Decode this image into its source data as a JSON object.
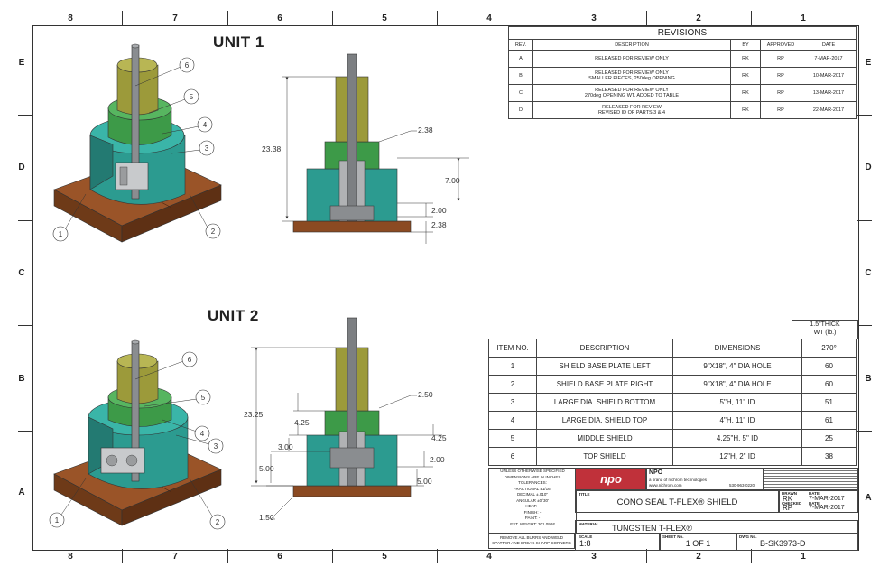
{
  "zones": {
    "columns": [
      "8",
      "7",
      "6",
      "5",
      "4",
      "3",
      "2",
      "1"
    ],
    "rows": [
      "E",
      "D",
      "C",
      "B",
      "A"
    ]
  },
  "units": {
    "unit1": {
      "title": "UNIT 1",
      "dims": {
        "overall": "23.38",
        "top_step": "2.38",
        "mid": "7.00",
        "bottom_step": "2.00",
        "base": "2.38"
      },
      "balloons": [
        "1",
        "2",
        "3",
        "4",
        "5",
        "6"
      ]
    },
    "unit2": {
      "title": "UNIT 2",
      "dims": {
        "overall": "23.25",
        "top_step": "2.50",
        "left_upper": "4.25",
        "right_upper": "4.25",
        "left_mid": "3.00",
        "right_mid": "2.00",
        "left_lower": "5.00",
        "right_lower": "5.00",
        "base": "1.50"
      },
      "balloons": [
        "1",
        "2",
        "3",
        "4",
        "5",
        "6"
      ]
    }
  },
  "revisions": {
    "caption": "REVISIONS",
    "headers": [
      "REV.",
      "DESCRIPTION",
      "BY",
      "APPROVED",
      "DATE"
    ],
    "rows": [
      {
        "rev": "A",
        "desc": "RELEASED FOR REVIEW ONLY",
        "desc2": "",
        "by": "RK",
        "approved": "RP",
        "date": "7-MAR-2017"
      },
      {
        "rev": "B",
        "desc": "RELEASED FOR REVIEW ONLY",
        "desc2": "SMALLER PIECES, 250deg OPENING",
        "by": "RK",
        "approved": "RP",
        "date": "10-MAR-2017"
      },
      {
        "rev": "C",
        "desc": "RELEASED FOR REVIEW ONLY",
        "desc2": "270deg OPENING WT. ADDED TO TABLE",
        "by": "RK",
        "approved": "RP",
        "date": "13-MAR-2017"
      },
      {
        "rev": "D",
        "desc": "RELEASED FOR REVIEW",
        "desc2": "REVISED ID OF PARTS 3 & 4",
        "by": "RK",
        "approved": "RP",
        "date": "22-MAR-2017"
      }
    ]
  },
  "bom": {
    "weight_caption_1": "1.5\"THICK",
    "weight_caption_2": "WT (lb.)",
    "headers": [
      "ITEM NO.",
      "DESCRIPTION",
      "DIMENSIONS",
      "270°"
    ],
    "rows": [
      {
        "item": "1",
        "desc": "SHIELD BASE PLATE LEFT",
        "dims": "9\"X18\", 4\" DIA HOLE",
        "wt": "60"
      },
      {
        "item": "2",
        "desc": "SHIELD BASE PLATE RIGHT",
        "dims": "9\"X18\", 4\" DIA HOLE",
        "wt": "60"
      },
      {
        "item": "3",
        "desc": "LARGE DIA. SHIELD BOTTOM",
        "dims": "5\"H, 11\" ID",
        "wt": "51"
      },
      {
        "item": "4",
        "desc": "LARGE DIA. SHIELD TOP",
        "dims": "4\"H, 11\" ID",
        "wt": "61"
      },
      {
        "item": "5",
        "desc": "MIDDLE SHIELD",
        "dims": "4.25\"H, 5\" ID",
        "wt": "25"
      },
      {
        "item": "6",
        "desc": "TOP SHIELD",
        "dims": "12\"H, 2\" ID",
        "wt": "38"
      }
    ]
  },
  "title_block": {
    "tolerances": [
      "UNLESS OTHERWISE SPECIFIED",
      "DIMENSIONS ARE IN INCHES",
      "TOLERANCES:",
      "FRACTIONAL  ±1/16\"",
      "DECIMAL  ±.010\"",
      "ANGULAR  ±0°30'",
      "HEAT: -",
      "FINISH: -",
      "PAINT: -",
      "EST. WEIGHT: 301.092#"
    ],
    "note": [
      "REMOVE ALL BURRS AND WELD",
      "SPATTER AND BREAK SHARP CORNERS"
    ],
    "logo_text": "npo",
    "company": "NPO",
    "company_sub": "a brand of nichrom technologies",
    "company_web": "www.nichrom.com",
    "company_phone": "530-963-0220",
    "title_label": "TITLE",
    "title": "CONO SEAL T-FLEX® SHIELD",
    "drawn_label": "DRAWN",
    "drawn_by": "RK",
    "drawn_date": "7-MAR-2017",
    "checked_label": "CHECKED",
    "checked_by": "RP",
    "checked_date": "7-MAR-2017",
    "date_label": "DATE",
    "material_label": "MATERIAL",
    "material": "TUNGSTEN T-FLEX®",
    "scale_label": "SCALE",
    "scale": "1:8",
    "sheet_label": "SHEET No.",
    "sheet": "1 OF 1",
    "dwg_label": "DWG No.",
    "dwg": "B-SK3973-D"
  },
  "colors": {
    "base": "#8b4a22",
    "shield_teal": "#2c9b90",
    "shield_green": "#3d9a48",
    "top_olive": "#9c9a3a",
    "rod": "#8a8d90",
    "logo": "#c0313a"
  }
}
